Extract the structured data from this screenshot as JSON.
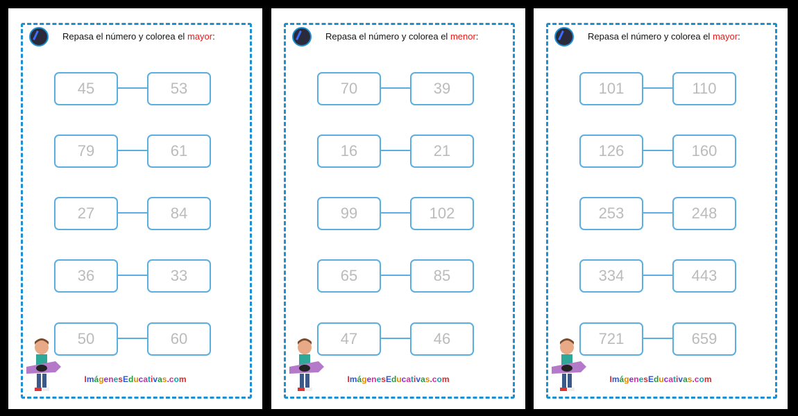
{
  "colors": {
    "accent": "#1e8fd0",
    "highlight": "#e21b1b"
  },
  "pages": [
    {
      "title_prefix": "Repasa el número y colorea el ",
      "title_keyword": "mayor",
      "title_suffix": ":",
      "pairs": [
        [
          "45",
          "53"
        ],
        [
          "79",
          "61"
        ],
        [
          "27",
          "84"
        ],
        [
          "36",
          "33"
        ],
        [
          "50",
          "60"
        ]
      ],
      "footer": "ImágenesEducativas.com"
    },
    {
      "title_prefix": "Repasa el número y colorea el ",
      "title_keyword": "menor",
      "title_suffix": ":",
      "pairs": [
        [
          "70",
          "39"
        ],
        [
          "16",
          "21"
        ],
        [
          "99",
          "102"
        ],
        [
          "65",
          "85"
        ],
        [
          "47",
          "46"
        ]
      ],
      "footer": "ImágenesEducativas.com"
    },
    {
      "title_prefix": "Repasa el número y colorea el ",
      "title_keyword": "mayor",
      "title_suffix": ":",
      "pairs": [
        [
          "101",
          "110"
        ],
        [
          "126",
          "160"
        ],
        [
          "253",
          "248"
        ],
        [
          "334",
          "443"
        ],
        [
          "721",
          "659"
        ]
      ],
      "footer": "ImágenesEducativas.com"
    }
  ]
}
